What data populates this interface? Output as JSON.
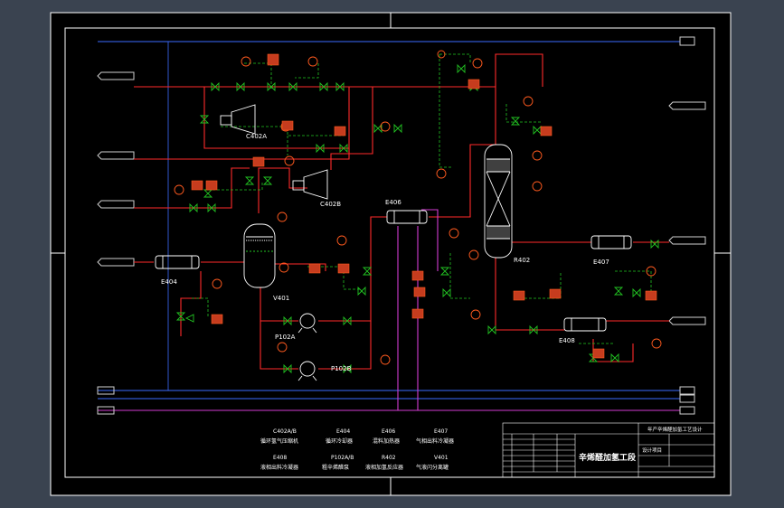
{
  "equipment": {
    "c402a": "C402A",
    "c402b": "C402B",
    "e406": "E406",
    "e404": "E404",
    "v401": "V401",
    "p102a": "P102A",
    "p102b": "P102B",
    "r402": "R402",
    "e407": "E407",
    "e408": "E408"
  },
  "legend": {
    "c402ab_tag": "C402A/B",
    "c402ab_desc": "循环氢气压缩机",
    "e404_tag": "E404",
    "e404_desc": "循环冷却器",
    "e406_tag": "E406",
    "e406_desc": "混料加热器",
    "e407_tag": "E407",
    "e407_desc": "气相出料冷凝器",
    "e408_tag": "E408",
    "e408_desc": "液相出料冷凝器",
    "p102ab_tag": "P102A/B",
    "p102ab_desc": "粗辛烯醛泵",
    "r402_tag": "R402",
    "r402_desc": "液相加氢反应器",
    "v401_tag": "V401",
    "v401_desc": "气液闪分离罐"
  },
  "title_block": {
    "title": "辛烯醛加氢工段",
    "project": "年产辛烯醛加氢工艺设计",
    "design_row": "设计项目"
  },
  "colors": {
    "background": "#000000",
    "frame": "#ffffff",
    "process_line": "#ff2a2a",
    "utility_line": "#3c6cff",
    "control_line": "#22c322",
    "instrument": "#ff5a1e",
    "magenta_line": "#d23cd2"
  }
}
